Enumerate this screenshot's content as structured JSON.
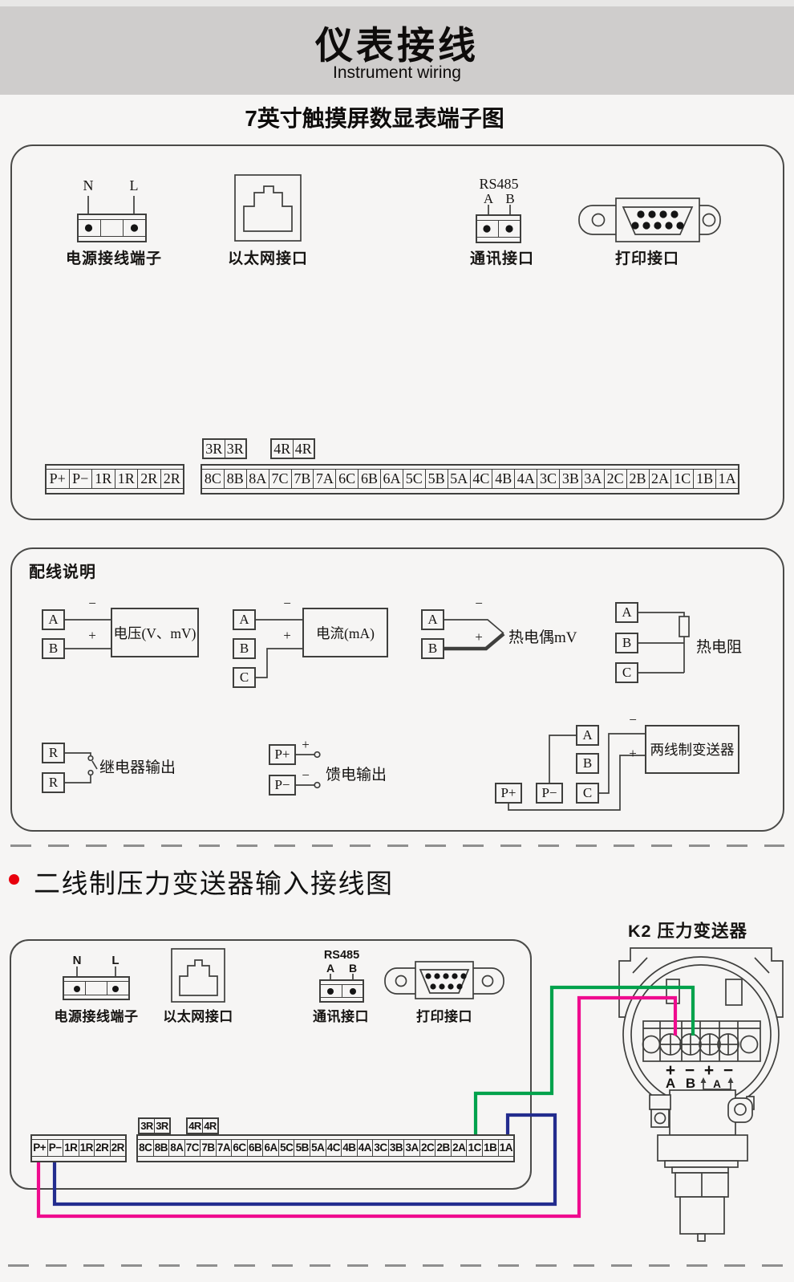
{
  "header": {
    "title": "仪表接线",
    "subtitle": "Instrument wiring"
  },
  "terminal_diagram": {
    "title": "7英寸触摸屏数显表端子图",
    "power_n": "N",
    "power_l": "L",
    "power_label": "电源接线端子",
    "ethernet_label": "以太网接口",
    "comm_protocol": "RS485",
    "comm_a": "A",
    "comm_b": "B",
    "comm_label": "通讯接口",
    "printer_label": "打印接口",
    "aux_block_1": [
      "3R",
      "3R"
    ],
    "aux_block_2": [
      "4R",
      "4R"
    ],
    "left_terminals": [
      "P+",
      "P−",
      "1R",
      "1R",
      "2R",
      "2R"
    ],
    "right_terminals": [
      "8C",
      "8B",
      "8A",
      "7C",
      "7B",
      "7A",
      "6C",
      "6B",
      "6A",
      "5C",
      "5B",
      "5A",
      "4C",
      "4B",
      "4A",
      "3C",
      "3B",
      "3A",
      "2C",
      "2B",
      "2A",
      "1C",
      "1B",
      "1A"
    ]
  },
  "wiring_guide": {
    "title": "配线说明",
    "voltage": {
      "a": "A",
      "b": "B",
      "minus": "−",
      "plus": "+",
      "label": "电压(V、mV)"
    },
    "current": {
      "a": "A",
      "b": "B",
      "c": "C",
      "minus": "−",
      "plus": "+",
      "label": "电流(mA)"
    },
    "thermocouple": {
      "a": "A",
      "b": "B",
      "minus": "−",
      "plus": "+",
      "label": "热电偶mV"
    },
    "rtd": {
      "a": "A",
      "b": "B",
      "c": "C",
      "label": "热电阻"
    },
    "relay": {
      "r1": "R",
      "r2": "R",
      "label": "继电器输出"
    },
    "feed": {
      "pplus": "P+",
      "pminus": "P−",
      "plus": "+",
      "minus": "−",
      "label": "馈电输出"
    },
    "two_wire": {
      "a": "A",
      "b": "B",
      "c": "C",
      "pplus": "P+",
      "pminus": "P−",
      "minus": "−",
      "plus": "+",
      "label": "两线制变送器"
    }
  },
  "pressure_section": {
    "title": "二线制压力变送器输入接线图",
    "k2_title": "K2 压力变送器",
    "power_n": "N",
    "power_l": "L",
    "power_label": "电源接线端子",
    "ethernet_label": "以太网接口",
    "comm_protocol": "RS485",
    "comm_a": "A",
    "comm_b": "B",
    "comm_label": "通讯接口",
    "printer_label": "打印接口",
    "aux_block_1": [
      "3R",
      "3R"
    ],
    "aux_block_2": [
      "4R",
      "4R"
    ],
    "left_terminals": [
      "P+",
      "P−",
      "1R",
      "1R",
      "2R",
      "2R"
    ],
    "right_terminals": [
      "8C",
      "8B",
      "8A",
      "7C",
      "7B",
      "7A",
      "6C",
      "6B",
      "6A",
      "5C",
      "5B",
      "5A",
      "4C",
      "4B",
      "4A",
      "3C",
      "3B",
      "3A",
      "2C",
      "2B",
      "2A",
      "1C",
      "1B",
      "1A"
    ],
    "transmitter_signs": [
      "+",
      "−",
      "+",
      "−"
    ],
    "transmitter_a": "A",
    "transmitter_b": "B",
    "transmitter_bracket_a": "A",
    "wire_colors": {
      "green": "#00A24C",
      "blue": "#232C8E",
      "pink": "#EF0B8E"
    }
  }
}
